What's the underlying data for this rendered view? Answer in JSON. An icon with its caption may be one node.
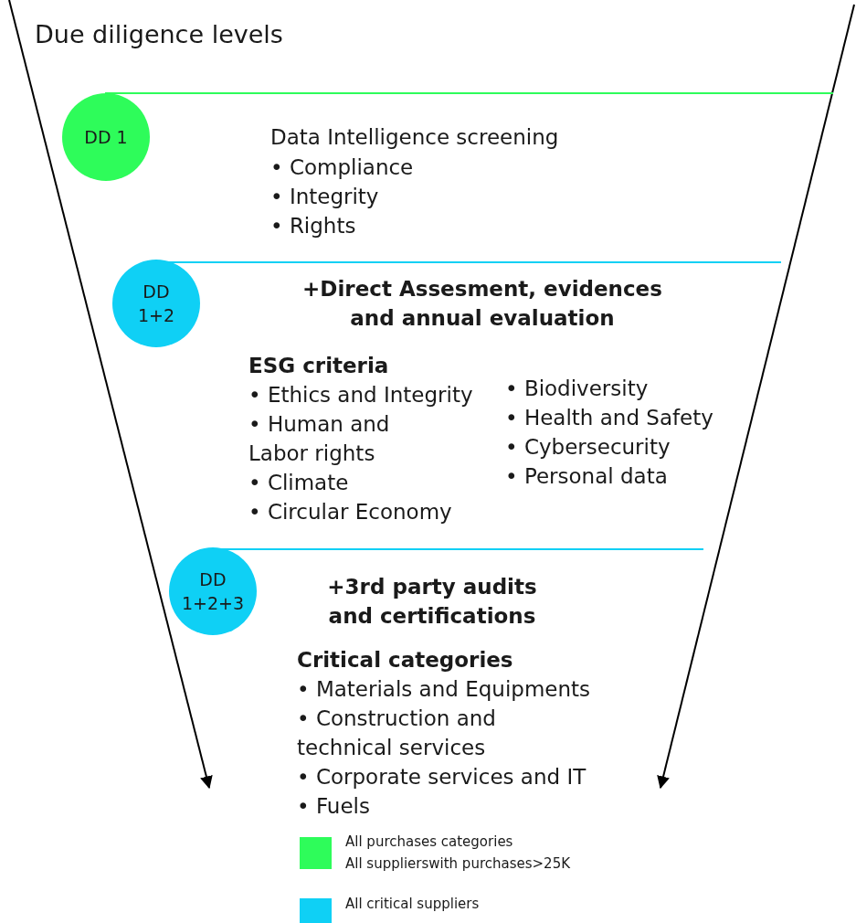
{
  "diagram": {
    "title": "Due diligence levels",
    "nodes": [
      {
        "text": [
          "DD 1"
        ]
      },
      {
        "text": [
          "DD 1+2"
        ]
      },
      {
        "text": [
          "DD 1+2+3"
        ]
      }
    ],
    "edges": [],
    "labels": [
      "Data Intelligence screening",
      "• Compliance",
      "• Integrity",
      "• Rights",
      "+Direct Assesment, evidences and annual evaluation",
      "ESG criteria",
      "• Ethics and Integrity",
      "• Human and Labor rights",
      "• Climate",
      "• Circular Economy",
      "• Biodiversity",
      "• Health and Safety",
      "• Cybersecurity",
      "• Personal data",
      "+3rd party audits and certifications",
      "Critical categories",
      "• Materials and Equipments",
      "• Construction and technical services",
      "• Corporate services and IT",
      "• Fuels"
    ],
    "legend": [
      {
        "text": "All purchases categories",
        "color": "#2efc5a"
      },
      {
        "text": "All supplierswith purchases>25K",
        "color": "#2efc5a"
      },
      {
        "text": "All critical suppliers",
        "color": "#0fd0f5"
      }
    ]
  }
}
